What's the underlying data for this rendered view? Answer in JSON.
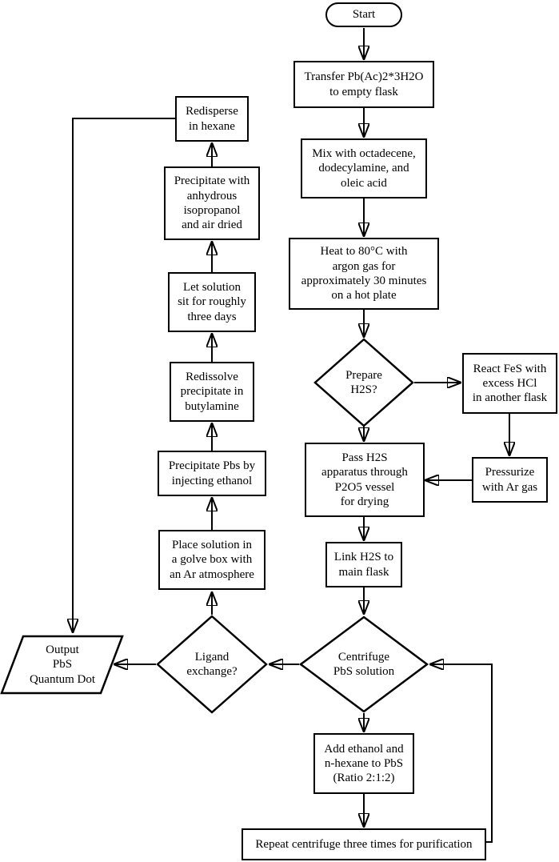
{
  "diagram": {
    "type": "flowchart",
    "subject": "PbS Quantum Dot synthesis process",
    "background_color": "#ffffff",
    "stroke_color": "#000000",
    "nodes": {
      "start": {
        "type": "terminator",
        "label": "Start"
      },
      "transfer": {
        "type": "process",
        "label": "Transfer Pb(Ac)2*3H2O\nto empty flask"
      },
      "mix": {
        "type": "process",
        "label": "Mix with octadecene,\ndodecylamine, and\noleic acid"
      },
      "heat": {
        "type": "process",
        "label": "Heat to 80°C with\nargon gas for\napproximately 30 minutes\non a hot plate"
      },
      "prepare_h2s": {
        "type": "decision",
        "label": "Prepare\nH2S?"
      },
      "react_fes": {
        "type": "process",
        "label": "React FeS with\nexcess HCl\nin another flask"
      },
      "pressurize": {
        "type": "process",
        "label": "Pressurize\nwith Ar gas"
      },
      "pass_h2s": {
        "type": "process",
        "label": "Pass H2S\napparatus through\nP2O5 vessel\nfor drying"
      },
      "link_h2s": {
        "type": "process",
        "label": "Link H2S to\nmain flask"
      },
      "centrifuge": {
        "type": "decision",
        "label": "Centrifuge\nPbS solution"
      },
      "add_ethanol": {
        "type": "process",
        "label": "Add ethanol and\nn-hexane to PbS\n(Ratio 2:1:2)"
      },
      "repeat_centrifuge": {
        "type": "process",
        "label": "Repeat centrifuge three times for purification"
      },
      "ligand_exchange": {
        "type": "decision",
        "label": "Ligand\nexchange?"
      },
      "output": {
        "type": "input_output",
        "label": "Output\nPbS\nQuantum Dot"
      },
      "place_solution": {
        "type": "process",
        "label": "Place solution in\na golve box with\nan Ar atmosphere"
      },
      "precipitate_pbs": {
        "type": "process",
        "label": "Precipitate Pbs by\ninjecting ethanol"
      },
      "redissolve": {
        "type": "process",
        "label": "Redissolve\nprecipitate in\nbutylamine"
      },
      "let_solution_sit": {
        "type": "process",
        "label": "Let solution\nsit for roughly\nthree days"
      },
      "precipitate_anhydrous": {
        "type": "process",
        "label": "Precipitate with\nanhydrous\nisopropanol\nand air dried"
      },
      "redisperse": {
        "type": "process",
        "label": "Redisperse\nin hexane"
      }
    },
    "edges": [
      {
        "from": "start",
        "to": "transfer"
      },
      {
        "from": "transfer",
        "to": "mix"
      },
      {
        "from": "mix",
        "to": "heat"
      },
      {
        "from": "heat",
        "to": "prepare_h2s"
      },
      {
        "from": "prepare_h2s",
        "to": "react_fes"
      },
      {
        "from": "prepare_h2s",
        "to": "pass_h2s"
      },
      {
        "from": "react_fes",
        "to": "pressurize"
      },
      {
        "from": "pressurize",
        "to": "pass_h2s"
      },
      {
        "from": "pass_h2s",
        "to": "link_h2s"
      },
      {
        "from": "link_h2s",
        "to": "centrifuge"
      },
      {
        "from": "centrifuge",
        "to": "add_ethanol"
      },
      {
        "from": "add_ethanol",
        "to": "repeat_centrifuge"
      },
      {
        "from": "repeat_centrifuge",
        "to": "centrifuge"
      },
      {
        "from": "centrifuge",
        "to": "ligand_exchange"
      },
      {
        "from": "ligand_exchange",
        "to": "output"
      },
      {
        "from": "ligand_exchange",
        "to": "place_solution"
      },
      {
        "from": "place_solution",
        "to": "precipitate_pbs"
      },
      {
        "from": "precipitate_pbs",
        "to": "redissolve"
      },
      {
        "from": "redissolve",
        "to": "let_solution_sit"
      },
      {
        "from": "let_solution_sit",
        "to": "precipitate_anhydrous"
      },
      {
        "from": "precipitate_anhydrous",
        "to": "redisperse"
      },
      {
        "from": "redisperse",
        "to": "output"
      }
    ]
  }
}
